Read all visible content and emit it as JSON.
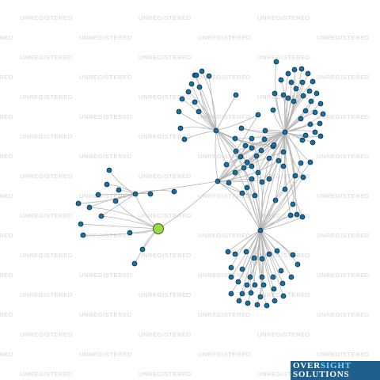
{
  "watermark": {
    "text": "UNREGISTERED"
  },
  "logo": {
    "word1": "OVER",
    "word2": "SIGHT",
    "word3": "SOLUTIONS"
  },
  "colors": {
    "edge": "#b5b5b5",
    "node_fill": "#1a6ea0",
    "node_stroke": "#0b2f45",
    "focus_fill": "#9ed84a",
    "focus_stroke": "#3f5f12"
  },
  "network": {
    "node_count": 150,
    "focus_node": "highlighted entity (green)",
    "hubs": 5
  }
}
